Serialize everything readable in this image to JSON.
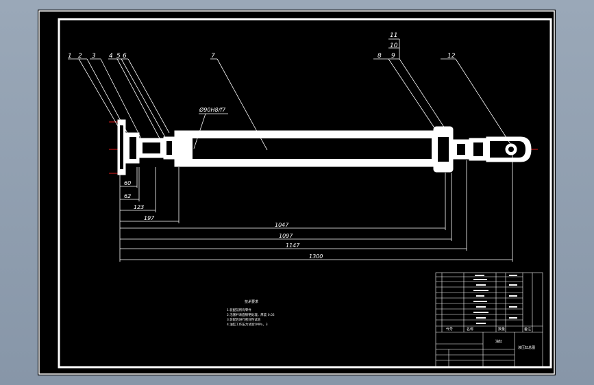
{
  "drawing": {
    "balloons": [
      "1",
      "2",
      "3",
      "4",
      "5",
      "6",
      "7",
      "8",
      "9",
      "10",
      "11",
      "12"
    ],
    "fit_note": "Ø90H8/f7",
    "dimensions": [
      "60",
      "62",
      "123",
      "197",
      "1047",
      "1097",
      "1147",
      "1300"
    ],
    "notes_title": "技术要求",
    "notes_lines": [
      "1.装配前所有零件",
      "2.活塞杆表面镀铬处理，厚度 0.02",
      "3.装配后进行密封性试验",
      "4.油缸工作压力试验5MPa，3"
    ]
  },
  "title_block": {
    "header": [
      "代号",
      "名称",
      "数量",
      "备注"
    ],
    "name": "油缸",
    "drawing_title": "液压缸总图"
  }
}
